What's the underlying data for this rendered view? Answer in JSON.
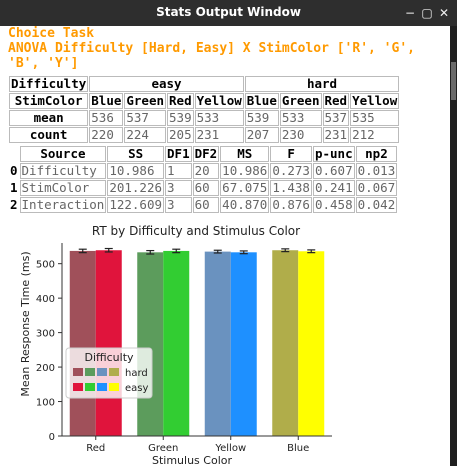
{
  "window": {
    "title": "Stats Output Window",
    "btn_min": "−",
    "btn_max": "▢",
    "btn_close": "✕"
  },
  "header": {
    "line1": "Choice Task",
    "line2": "ANOVA Difficulty [Hard, Easy] X StimColor ['R', 'G', 'B', 'Y']"
  },
  "desc_table": {
    "r1_label": "Difficulty",
    "easy": "easy",
    "hard": "hard",
    "r2_label": "StimColor",
    "colors": [
      "Blue",
      "Green",
      "Red",
      "Yellow",
      "Blue",
      "Green",
      "Red",
      "Yellow"
    ],
    "mean_label": "mean",
    "mean": [
      "536",
      "537",
      "539",
      "533",
      "539",
      "533",
      "537",
      "535"
    ],
    "count_label": "count",
    "count": [
      "220",
      "224",
      "205",
      "231",
      "207",
      "230",
      "231",
      "212"
    ]
  },
  "anova_table": {
    "headers": [
      "Source",
      "SS",
      "DF1",
      "DF2",
      "MS",
      "F",
      "p-unc",
      "np2"
    ],
    "rows": [
      {
        "idx": "0",
        "cells": [
          "Difficulty",
          "10.986",
          "1",
          "20",
          "10.986",
          "0.273",
          "0.607",
          "0.013"
        ]
      },
      {
        "idx": "1",
        "cells": [
          "StimColor",
          "201.226",
          "3",
          "60",
          "67.075",
          "1.438",
          "0.241",
          "0.067"
        ]
      },
      {
        "idx": "2",
        "cells": [
          "Interaction",
          "122.609",
          "3",
          "60",
          "40.870",
          "0.876",
          "0.458",
          "0.042"
        ]
      }
    ]
  },
  "chart_data": {
    "type": "bar",
    "title": "RT by Difficulty and Stimulus Color",
    "xlabel": "Stimulus Color",
    "ylabel": "Mean Response Time (ms)",
    "categories": [
      "Red",
      "Green",
      "Yellow",
      "Blue"
    ],
    "ylim": [
      0,
      560
    ],
    "yticks": [
      0,
      100,
      200,
      300,
      400,
      500
    ],
    "series": [
      {
        "name": "hard",
        "values": [
          537,
          533,
          535,
          539
        ],
        "colors": [
          "#a0505a",
          "#5c9c5c",
          "#6a92bf",
          "#b0ad4a"
        ]
      },
      {
        "name": "easy",
        "values": [
          539,
          537,
          533,
          536
        ],
        "colors": [
          "#e0143c",
          "#32cd32",
          "#1e90ff",
          "#ffff00"
        ]
      }
    ],
    "errors": [
      5,
      5,
      4,
      4
    ],
    "legend": {
      "title": "Difficulty",
      "placement": "lower-left"
    },
    "grid": false
  }
}
